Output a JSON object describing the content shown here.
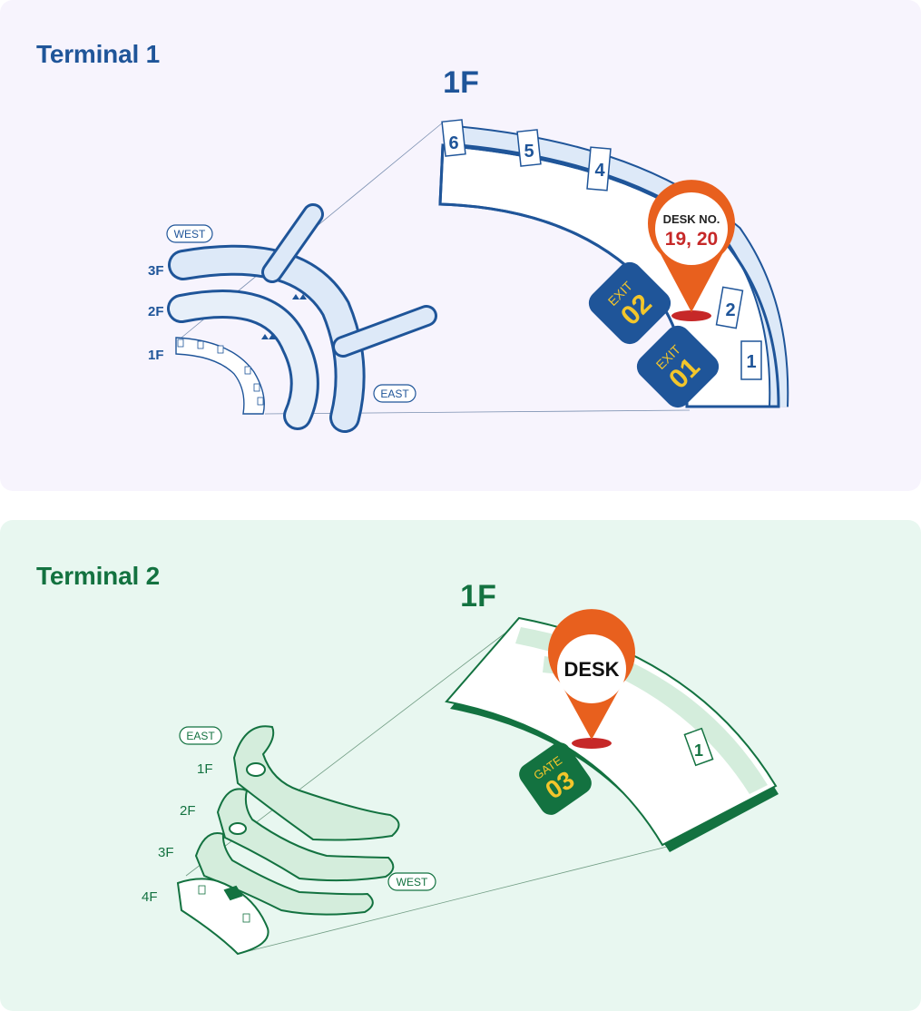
{
  "colors": {
    "t1_bg": "#f7f4fd",
    "t1_accent": "#1f5599",
    "t1_fill": "#dde9f8",
    "t2_bg": "#e8f7f0",
    "t2_accent": "#137240",
    "t2_fill": "#d4eddc",
    "pin": "#e8601e",
    "pin_text": "#c62828",
    "badge_text": "#f3c62b"
  },
  "terminal1": {
    "title": "Terminal 1",
    "detail_floor": "1F",
    "pin_line1": "DESK NO.",
    "pin_line2": "19, 20",
    "exits": [
      {
        "label": "EXIT",
        "number": "02"
      },
      {
        "label": "EXIT",
        "number": "01"
      }
    ],
    "gates": [
      "6",
      "5",
      "4",
      "2",
      "1"
    ],
    "floor_labels": [
      "3F",
      "2F",
      "1F"
    ],
    "direction_west": "WEST",
    "direction_east": "EAST"
  },
  "terminal2": {
    "title": "Terminal 2",
    "detail_floor": "1F",
    "pin_line1": "DESK",
    "gate_badge": {
      "label": "GATE",
      "number": "03"
    },
    "gates": [
      "1"
    ],
    "floor_labels": [
      "1F",
      "2F",
      "3F",
      "4F"
    ],
    "direction_east": "EAST",
    "direction_west": "WEST"
  }
}
